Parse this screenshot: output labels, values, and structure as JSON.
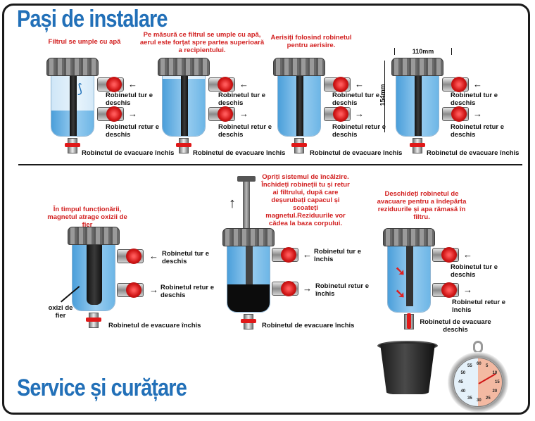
{
  "sections": {
    "installation_title": "Pași de instalare",
    "service_title": "Service și curățare"
  },
  "installation_steps": [
    {
      "caption": "Filtrul se umple cu apă",
      "valve_top": "Robinetul tur e deschis",
      "valve_bottom": "Robinetul retur e deschis",
      "drain": "Robinetul de evacuare închis",
      "water_level": 0.4
    },
    {
      "caption": "Pe măsură ce filtrul se umple cu apă, aerul este forțat spre partea superioară a recipientului.",
      "valve_top": "Robinetul tur e deschis",
      "valve_bottom": "Robinetul retur e deschis",
      "drain": "Robinetul de evacuare închis",
      "water_level": 0.9
    },
    {
      "caption": "Aerisiți folosind robinetul pentru aerisire.",
      "valve_top": "Robinetul tur e deschis",
      "valve_bottom": "Robinetul retur e deschis",
      "drain": "Robinetul de evacuare închis",
      "water_level": 1.0
    },
    {
      "caption": "",
      "valve_top": "Robinetul tur e deschis",
      "valve_bottom": "Robinetul retur e deschis",
      "drain": "Robinetul de evacuare închis",
      "water_level": 1.0,
      "dimension_width": "110mm",
      "dimension_height": "154mm"
    }
  ],
  "service_steps": [
    {
      "caption": "În timpul funcționării, magnetul atrage oxizii de fier",
      "valve_top": "Robinetul tur e deschis",
      "valve_bottom": "Robinetul retur e deschis",
      "drain": "Robinetul de evacuare închis",
      "callout": "oxizi de fier"
    },
    {
      "caption": "Opriți sistemul de încălzire. Închideți robineții tu și retur ai filtrului, după care deșurubați capacul și scoateți magnetul.Reziduurile vor cădea la baza corpului.",
      "valve_top": "Robinetul tur e închis",
      "valve_bottom": "Robinetul retur e închis",
      "drain": "Robinetul de evacuare închis"
    },
    {
      "caption": "Deschideți robinetul de avacuare pentru a îndepărta reziduurile și apa rămasă în filtru.",
      "valve_top": "Robinetul tur e deschis",
      "valve_bottom": "Robinetul retur e închis",
      "drain": "Robinetul de evacuare deschis"
    }
  ],
  "stopwatch": {
    "ticks": [
      "60",
      "5",
      "10",
      "15",
      "20",
      "25",
      "30",
      "35",
      "40",
      "45",
      "50",
      "55"
    ]
  },
  "icons": {
    "arrow_in": "←",
    "arrow_out": "→",
    "arrow_up": "↑"
  }
}
